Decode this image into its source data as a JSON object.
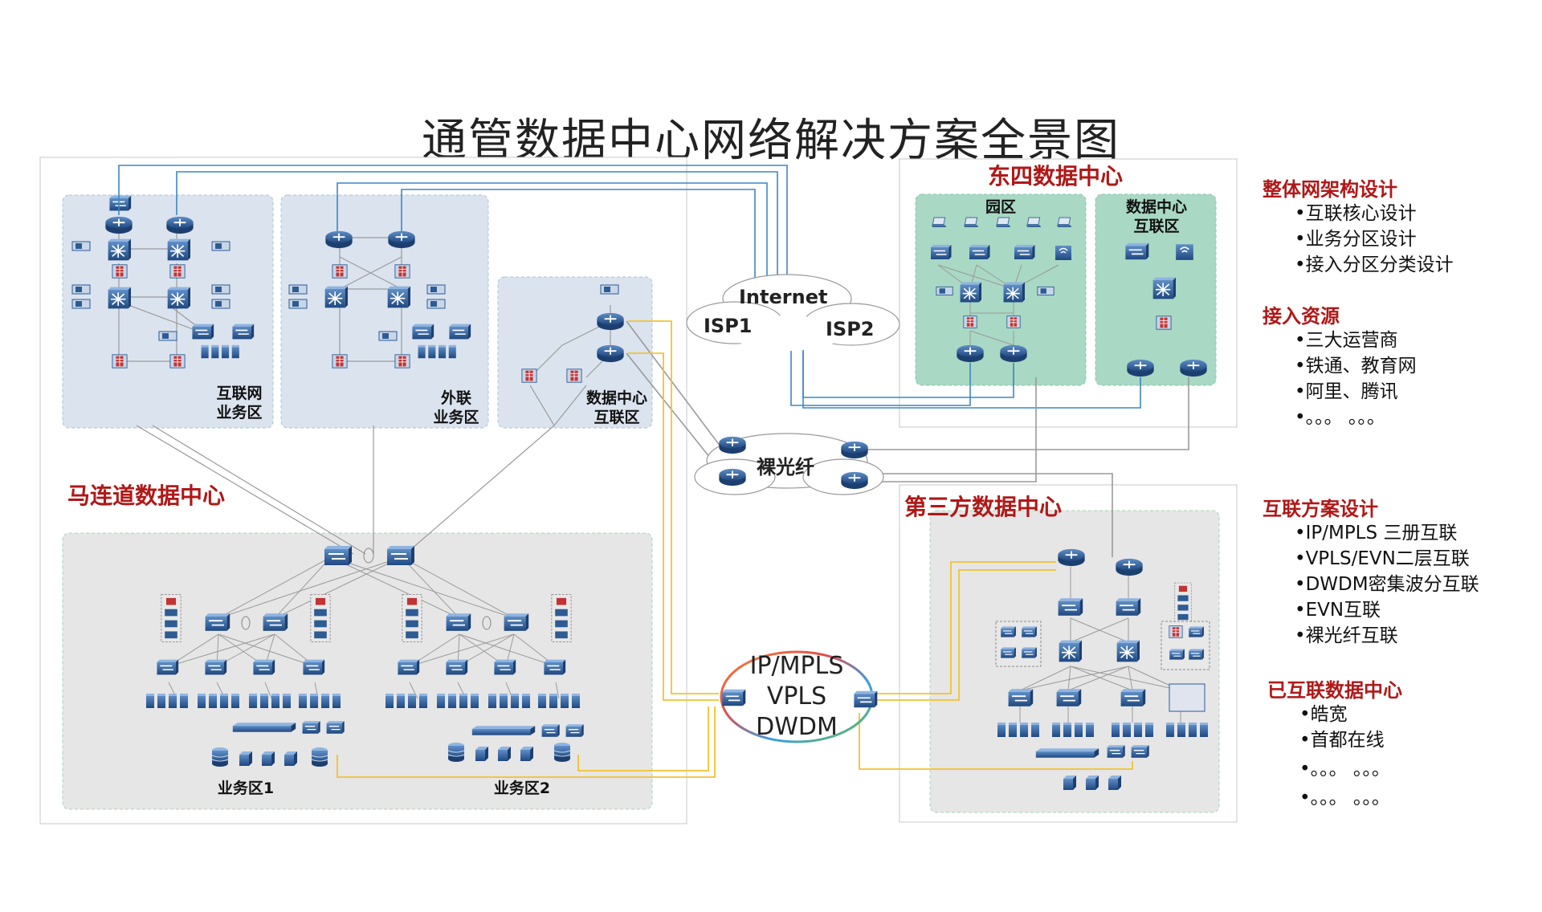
{
  "title": "通管数据中心网络解决方案全景图",
  "datacenters": {
    "maliandao": "马连道数据中心",
    "dongsi": "东四数据中心",
    "third_party": "第三方数据中心"
  },
  "zones": {
    "internet_business": [
      "互联网",
      "业务区"
    ],
    "external_business": [
      "外联",
      "业务区"
    ],
    "dc_interconnect_left": [
      "数据中心",
      "互联区"
    ],
    "business1": "业务区1",
    "business2": "业务区2",
    "campus": "园区",
    "dc_interconnect_right": [
      "数据中心",
      "互联区"
    ]
  },
  "clouds": {
    "internet": "Internet",
    "isp1": "ISP1",
    "isp2": "ISP2",
    "dark_fiber": "裸光纤"
  },
  "ring_labels": [
    "IP/MPLS",
    "VPLS",
    "DWDM"
  ],
  "sidebar": [
    {
      "heading": "整体网架构设计",
      "items": [
        "•互联核心设计",
        "•业务分区设计",
        "•接入分区分类设计"
      ]
    },
    {
      "heading": "接入资源",
      "items": [
        "•三大运营商",
        "•铁通、教育网",
        "•阿里、腾讯",
        "•。。。 。。。"
      ]
    },
    {
      "heading": "互联方案设计",
      "items": [
        "•IP/MPLS 三册互联",
        "•VPLS/EVN二层互联",
        "•DWDM密集波分互联",
        "•EVN互联",
        "•裸光纤互联"
      ]
    },
    {
      "heading": "已互联数据中心",
      "items": [
        "•皓宽",
        "•首都在线",
        "•。。。 。。。",
        "•。。。 。。。"
      ]
    }
  ],
  "colors": {
    "dc_title": "#b01818",
    "blue_link": "#3d86c6",
    "yellow_link": "#f2c230",
    "gray_link": "#9a9a9a",
    "device_fill": "#2d5b94",
    "zone_blue": "#dbe3ee",
    "zone_green": "#a9d8c4",
    "zone_gray": "#e6e6e6"
  }
}
